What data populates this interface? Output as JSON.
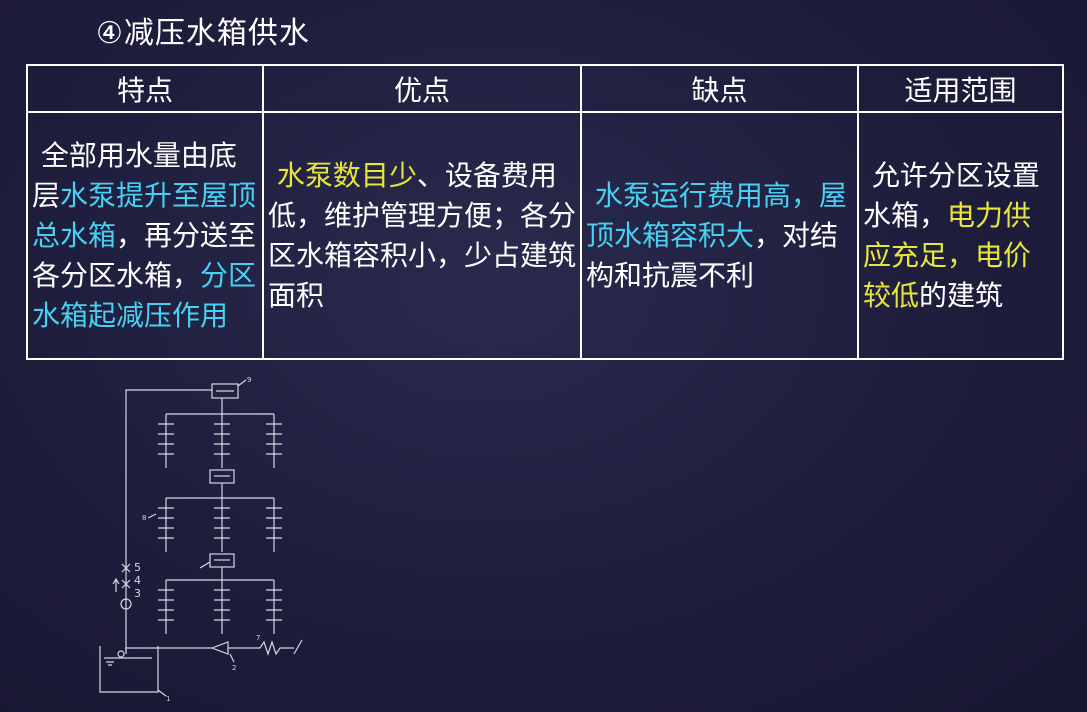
{
  "title": "④减压水箱供水",
  "table": {
    "headers": [
      "特点",
      "优点",
      "缺点",
      "适用范围"
    ],
    "col1": {
      "s1": "全部用水量由底层",
      "s2": "水泵提升至屋顶总水箱",
      "s3": "，再分送至各分区水箱，",
      "s4": "分区水箱起减压作用"
    },
    "col2": {
      "s1": "水泵数目少",
      "s2": "、设备费用低，维护管理方便；各分区水箱容积小，少占建筑面积"
    },
    "col3": {
      "s1": "水泵运行费用高，屋顶水箱容积大",
      "s2": "，对结构和抗震不利"
    },
    "col4": {
      "s1": "允许分区设置水箱，",
      "s2": "电力供应充足，电价较低",
      "s3": "的建筑"
    }
  },
  "diagram": {
    "labels": [
      "5",
      "4",
      "3",
      "2",
      "1",
      "7",
      "8",
      "9"
    ]
  },
  "colors": {
    "background": "#1e1d3c",
    "highlight_cyan": "#48d0f2",
    "highlight_yellow": "#e6e63c",
    "text": "#ffffff"
  }
}
